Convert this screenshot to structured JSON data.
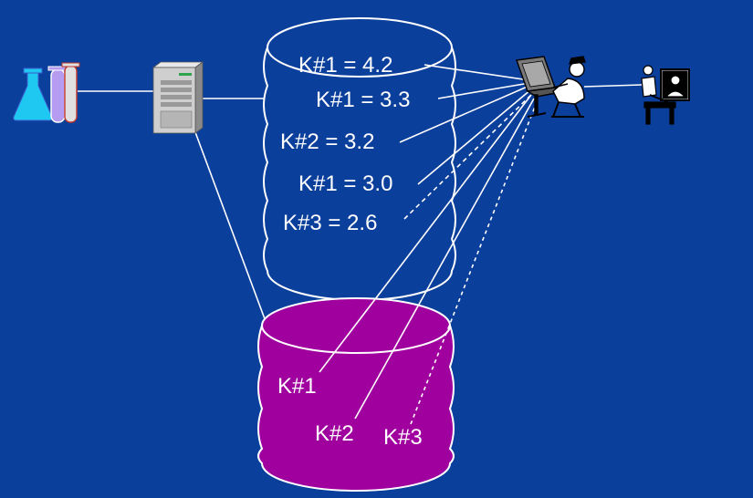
{
  "colors": {
    "background": "#0b3f9c",
    "cylinder_top": "#0b3f9c",
    "cylinder_bottom": "#a0009e",
    "line": "#ffffff"
  },
  "icons": [
    "lab-glassware-icon",
    "server-tower-icon",
    "user-at-computer-icon",
    "presenter-board-icon"
  ],
  "log_entries": [
    {
      "text": "K#1 = 4.2"
    },
    {
      "text": "K#1 = 3.3"
    },
    {
      "text": "K#2 = 3.2"
    },
    {
      "text": "K#1 = 3.0"
    },
    {
      "text": "K#3 = 2.6"
    }
  ],
  "store_keys": [
    {
      "text": "K#1"
    },
    {
      "text": "K#2"
    },
    {
      "text": "K#3"
    }
  ]
}
